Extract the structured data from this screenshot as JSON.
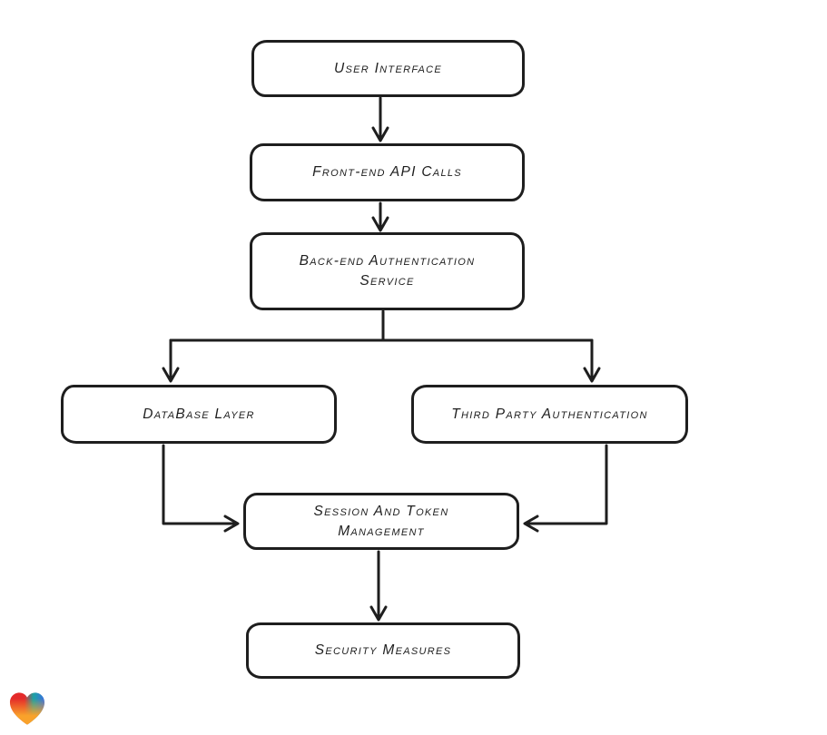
{
  "diagram": {
    "type": "flowchart",
    "direction": "top-down",
    "nodes": [
      {
        "id": "user-interface",
        "label": "User Interface"
      },
      {
        "id": "front-end-api-calls",
        "label": "Front-end API Calls"
      },
      {
        "id": "back-end-authentication-service",
        "label": "Back-end Authentication Service"
      },
      {
        "id": "database-layer",
        "label": "DataBase Layer"
      },
      {
        "id": "third-party-authentication",
        "label": "Third Party Authentication"
      },
      {
        "id": "session-and-token-management",
        "label": "Session And Token Management"
      },
      {
        "id": "security-measures",
        "label": "Security Measures"
      }
    ],
    "edges": [
      {
        "from": "user-interface",
        "to": "front-end-api-calls"
      },
      {
        "from": "front-end-api-calls",
        "to": "back-end-authentication-service"
      },
      {
        "from": "back-end-authentication-service",
        "to": "database-layer"
      },
      {
        "from": "back-end-authentication-service",
        "to": "third-party-authentication"
      },
      {
        "from": "database-layer",
        "to": "session-and-token-management"
      },
      {
        "from": "third-party-authentication",
        "to": "session-and-token-management"
      },
      {
        "from": "session-and-token-management",
        "to": "security-measures"
      }
    ],
    "colors": {
      "stroke": "#1e1e1e",
      "node_fill": "#ffffff",
      "background": "#ffffff"
    }
  },
  "watermark": {
    "icon": "gradient-heart-logo",
    "colors": {
      "red": "#e42a2a",
      "teal": "#1aa3a3",
      "blue": "#3c6fe0",
      "orange": "#f9a22b"
    }
  }
}
